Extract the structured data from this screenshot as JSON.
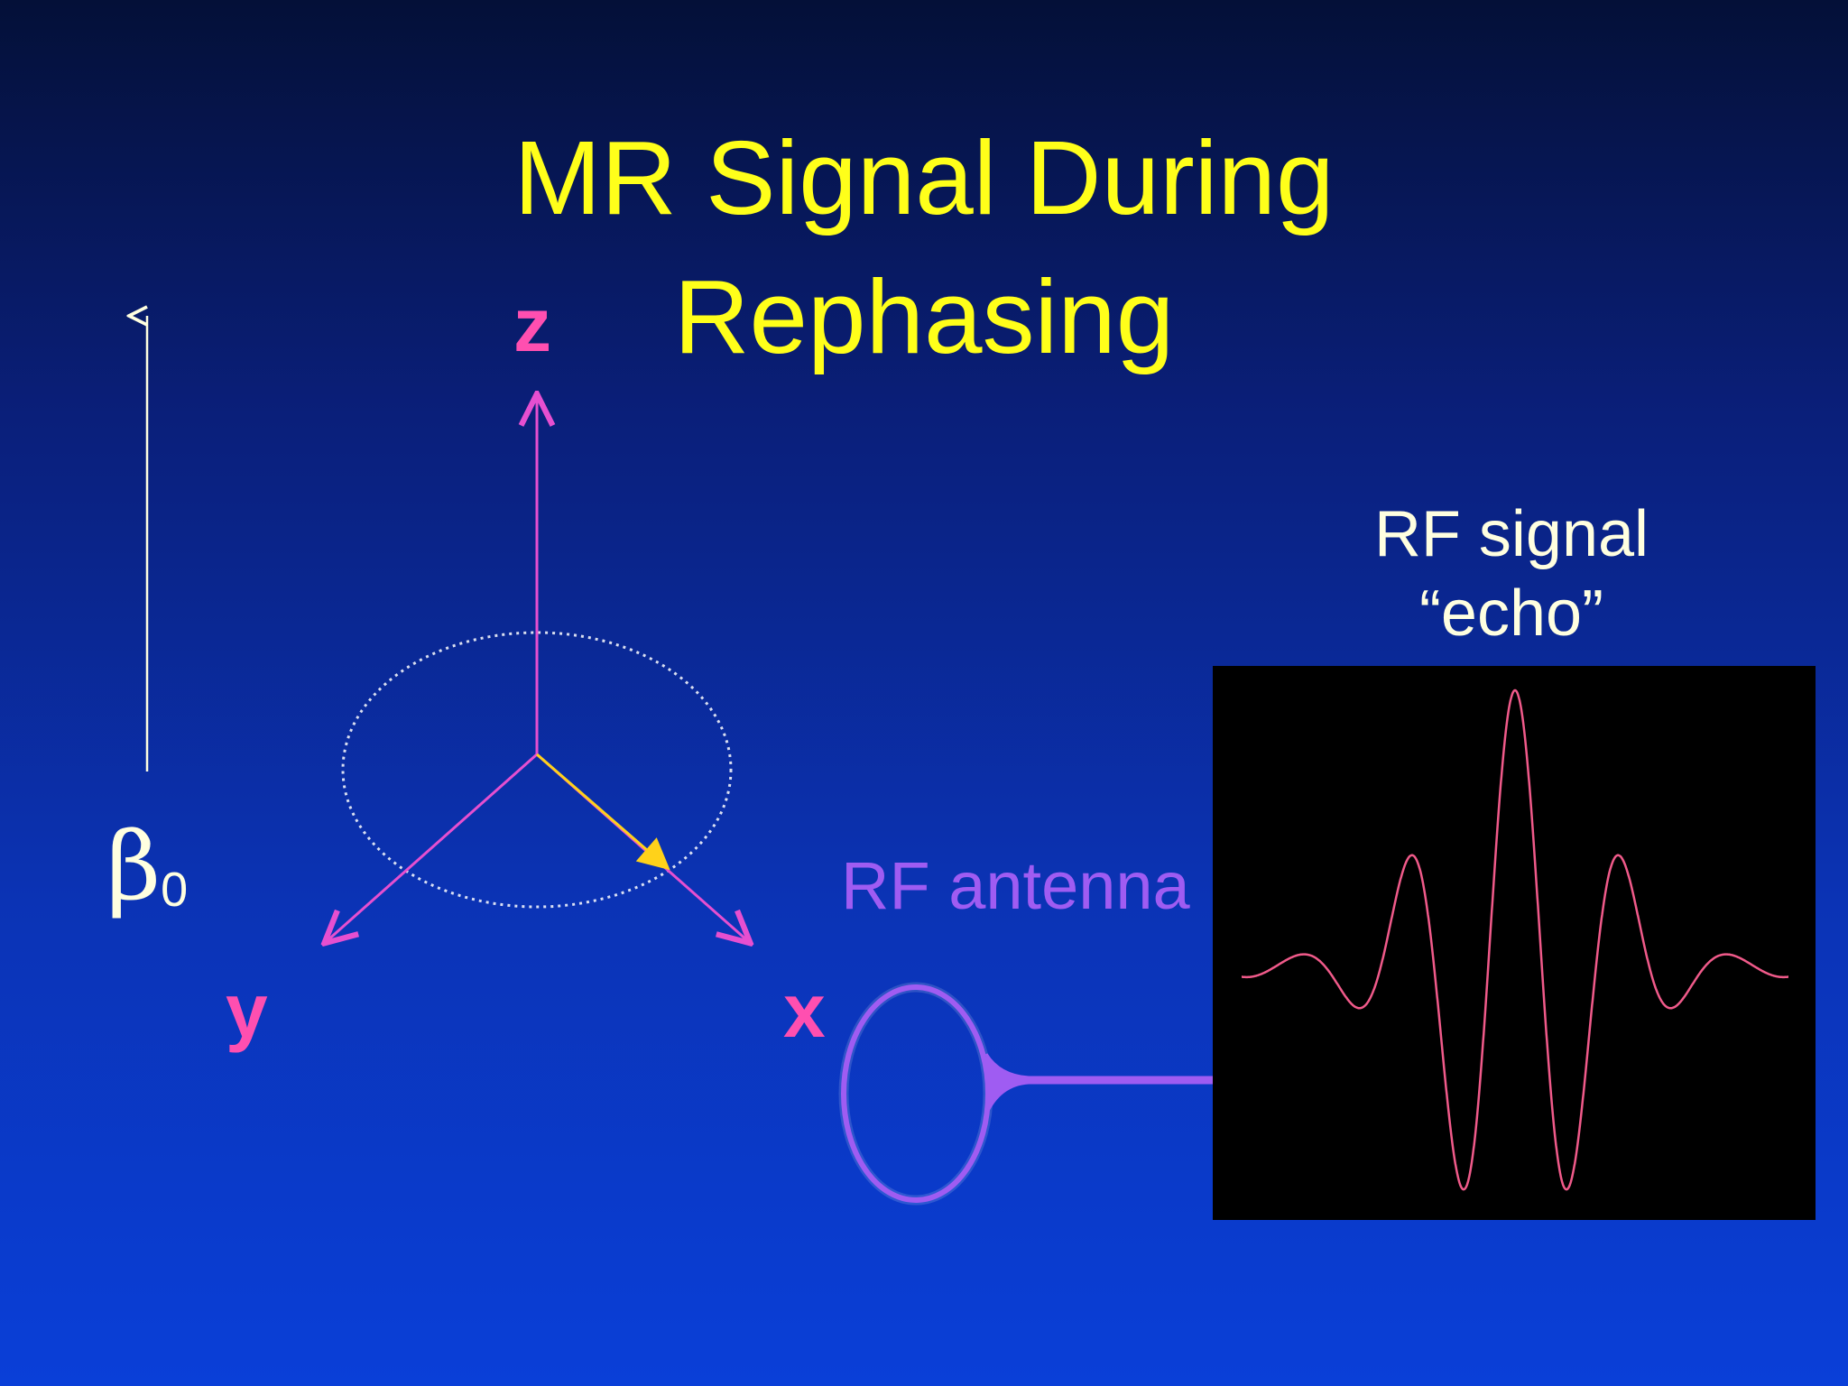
{
  "title": {
    "line1": "MR Signal During",
    "line2": "Rephasing"
  },
  "axes": {
    "z": "z",
    "y": "y",
    "x": "x"
  },
  "field": {
    "symbol": "β",
    "subscript": "0"
  },
  "antenna": {
    "label": "RF antenna"
  },
  "signal": {
    "line1": "RF signal",
    "line2": "“echo”"
  },
  "colors": {
    "title": "#ffff1a",
    "axis": "#ff4fb0",
    "axis_line": "#e64fd0",
    "vector": "#ffd21a",
    "antenna": "#9f5cf2",
    "waveform": "#f05a8a",
    "label_white": "#ffffe0"
  }
}
